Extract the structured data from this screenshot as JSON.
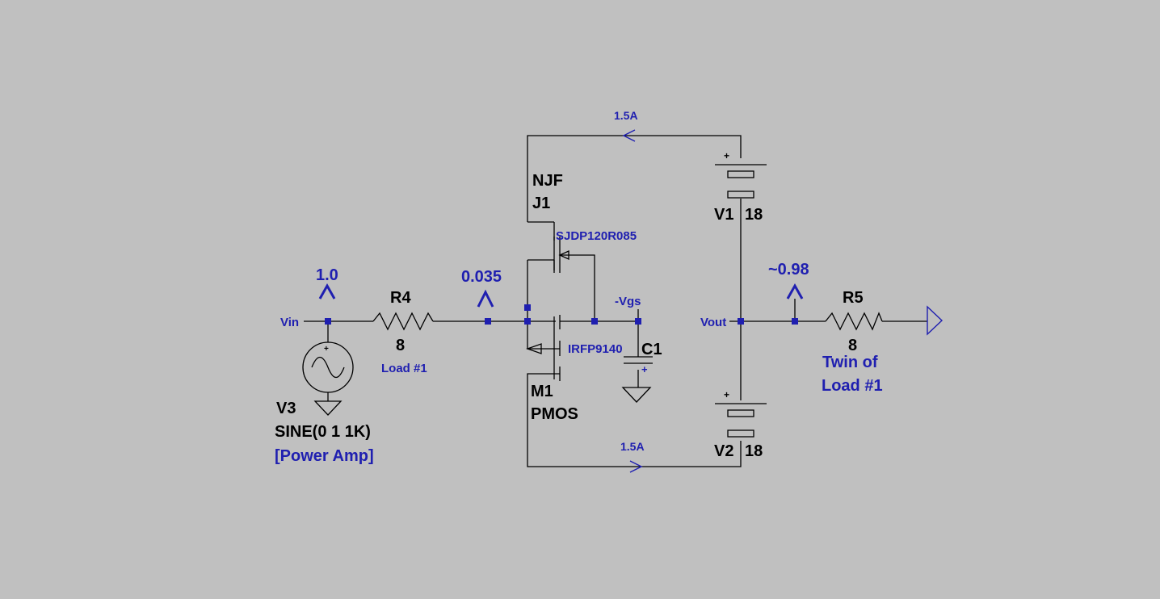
{
  "colors": {
    "background": "#c0c0c0",
    "wire": "#000000",
    "annotation": "#1f1fb0"
  },
  "labels": {
    "vin": "Vin",
    "vout": "Vout",
    "neg_vgs": "-Vgs",
    "current_top": "1.5A",
    "current_bottom": "1.5A",
    "probe_vin": "1.0",
    "probe_mid": "0.035",
    "probe_vout": "~0.98"
  },
  "components": {
    "r4": {
      "ref": "R4",
      "value": "8",
      "note": "Load #1"
    },
    "r5": {
      "ref": "R5",
      "value": "8",
      "note_line1": "Twin of",
      "note_line2": "Load #1"
    },
    "j1": {
      "type": "NJF",
      "ref": "J1",
      "model": "SJDP120R085"
    },
    "m1": {
      "ref": "M1",
      "type": "PMOS",
      "model": "IRFP9140"
    },
    "c1": {
      "ref": "C1"
    },
    "v1": {
      "ref": "V1",
      "value": "18",
      "plus": "+"
    },
    "v2": {
      "ref": "V2",
      "value": "18",
      "plus": "+"
    },
    "v3": {
      "ref": "V3",
      "value": "SINE(0 1 1K)",
      "note": "[Power Amp]",
      "plus": "+"
    }
  },
  "icons": [
    "sine-source-icon",
    "ground-icon",
    "resistor-icon",
    "capacitor-icon",
    "battery-icon",
    "jfet-icon",
    "mosfet-icon",
    "probe-icon",
    "current-arrow-icon",
    "port-icon"
  ]
}
